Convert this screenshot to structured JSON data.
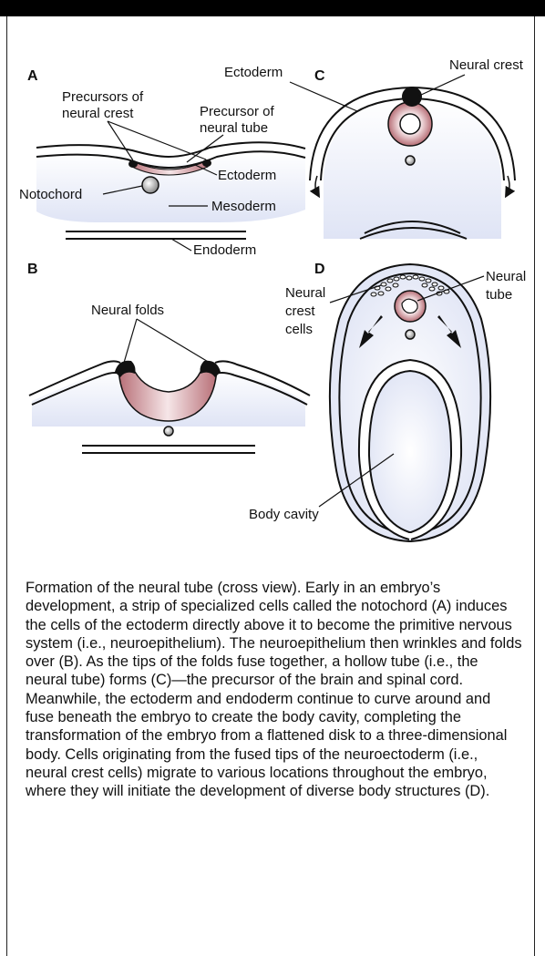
{
  "panels": {
    "a": "A",
    "b": "B",
    "c": "C",
    "d": "D"
  },
  "labels": {
    "precursors_neural_crest_1": "Precursors of",
    "precursors_neural_crest_2": "neural crest",
    "precursor_neural_tube_1": "Precursor of",
    "precursor_neural_tube_2": "neural tube",
    "ectoderm_a": "Ectoderm",
    "notochord": "Notochord",
    "mesoderm": "Mesoderm",
    "endoderm": "Endoderm",
    "neural_folds": "Neural folds",
    "ectoderm_c": "Ectoderm",
    "neural_crest": "Neural crest",
    "neural_crest_cells_1": "Neural",
    "neural_crest_cells_2": "crest",
    "neural_crest_cells_3": "cells",
    "neural_tube_1": "Neural",
    "neural_tube_2": "tube",
    "body_cavity": "Body cavity"
  },
  "colors": {
    "tissue_fill": "#e4e8f6",
    "neural_pink": "#c98a8f",
    "neural_pink_light": "#f3dfe1",
    "dark": "#111111"
  },
  "caption": "Formation of the neural tube (cross view). Early in an embryo’s development, a strip of specialized cells called the notochord (A) induces the cells of the ectoderm directly above it to become the primitive nervous system (i.e., neuroepithelium). The neuroepithelium then wrinkles and folds over (B). As the tips of the folds fuse together, a hollow tube (i.e., the neural tube) forms (C)—the precursor of the brain and spinal cord. Meanwhile, the ectoderm and endoderm continue to curve around and fuse beneath the embryo to create the body cavity, completing the transformation of the embryo from a flattened disk to a three-dimensional body. Cells originating from the fused tips of the neuroectoderm (i.e., neural crest cells) migrate to various locations throughout the embryo, where they will initiate the development of diverse body structures (D)."
}
